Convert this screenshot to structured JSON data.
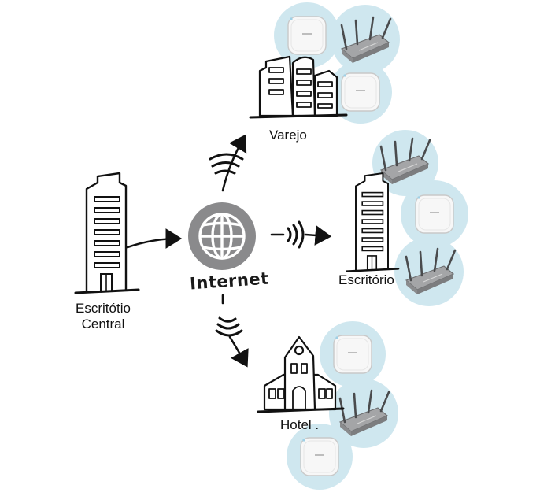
{
  "hub": {
    "label": "Internet"
  },
  "nodes": {
    "hq": {
      "line1": "Escritótio",
      "line2": "Central"
    },
    "retail": {
      "label": "Varejo"
    },
    "office": {
      "label": "Escritório"
    },
    "hotel": {
      "label": "Hotel ."
    }
  },
  "colors": {
    "ink": "#111111",
    "globe": "#8a8a8c",
    "bubble": "#cfe7ef",
    "device_white": "#f4f4f4",
    "device_gray": "#9a9b9d"
  },
  "icons": [
    "globe-icon",
    "building-icon",
    "hotel-icon",
    "wireless-signal-icon",
    "access-point-icon",
    "antenna-router-icon"
  ]
}
